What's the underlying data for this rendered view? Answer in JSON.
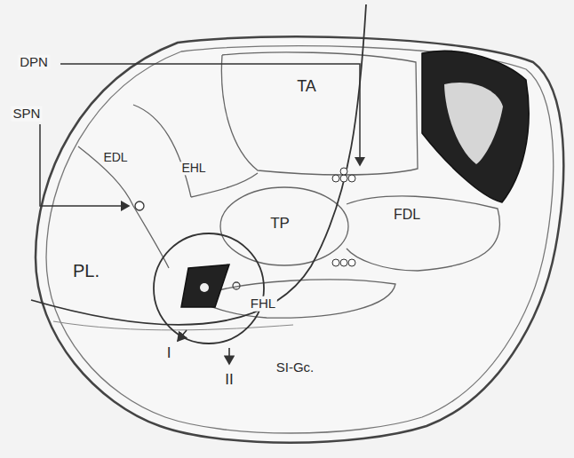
{
  "diagram": {
    "labels": [
      "DPN",
      "SPN",
      "TA",
      "EDL",
      "EHL",
      "PL.",
      "TP",
      "FDL",
      "FHL",
      "I",
      "II",
      "SI-Gc."
    ]
  }
}
